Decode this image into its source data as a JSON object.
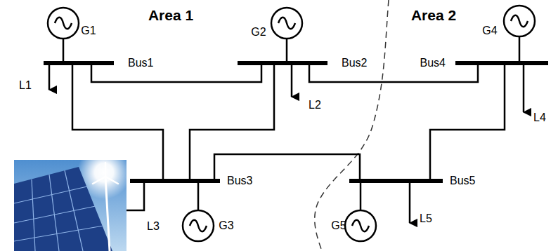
{
  "diagram": {
    "nodes": [
      {
        "text": [
          "Bus1"
        ]
      },
      {
        "text": [
          "Bus2"
        ]
      },
      {
        "text": [
          "Bus4"
        ]
      },
      {
        "text": [
          "Bus3"
        ]
      },
      {
        "text": [
          "Bus5"
        ]
      }
    ],
    "edges": [
      {
        "from": 0,
        "to": 1,
        "arrow": "none"
      },
      {
        "from": 0,
        "to": 3,
        "arrow": "none"
      },
      {
        "from": 1,
        "to": 3,
        "arrow": "none"
      },
      {
        "from": 1,
        "to": 2,
        "arrow": "none"
      },
      {
        "from": 3,
        "to": 4,
        "arrow": "none"
      },
      {
        "from": 2,
        "to": 4,
        "arrow": "none"
      }
    ],
    "labels": [
      "Area 1",
      "Area 2",
      "G1",
      "G2",
      "G3",
      "G4",
      "G5",
      "L1",
      "L2",
      "L3",
      "L4",
      "L5"
    ]
  }
}
